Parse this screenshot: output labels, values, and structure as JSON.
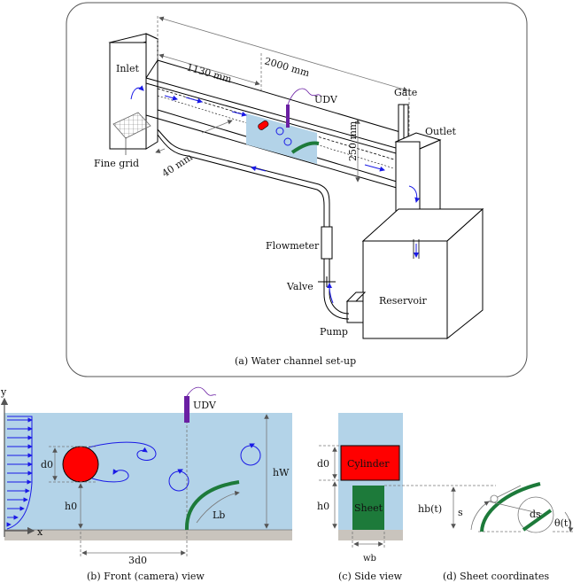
{
  "panel_a": {
    "caption": "(a) Water channel set-up",
    "labels": {
      "inlet": "Inlet",
      "fine_grid": "Fine grid",
      "len_total": "2000 mm",
      "len_1130": "1130 mm",
      "len_40": "40 mm",
      "len_250": "250 mm",
      "udv": "UDV",
      "gate": "Gate",
      "outlet": "Outlet",
      "flowmeter": "Flowmeter",
      "valve": "Valve",
      "reservoir": "Reservoir",
      "pump": "Pump"
    }
  },
  "panel_b": {
    "caption": "(b) Front (camera) view",
    "labels": {
      "y": "y",
      "x": "x",
      "d0": "d0",
      "h0": "h0",
      "udv": "UDV",
      "hw": "hW",
      "lb": "Lb",
      "three_d0": "3d0"
    }
  },
  "panel_c": {
    "caption": "(c) Side view",
    "labels": {
      "d0": "d0",
      "h0": "h0",
      "cylinder": "Cylinder",
      "sheet": "Sheet",
      "wb": "wb"
    }
  },
  "panel_d": {
    "caption": "(d) Sheet coordinates",
    "labels": {
      "hb": "hb(t)",
      "s": "s",
      "ds": "ds",
      "theta": "θ(t)"
    }
  },
  "colors": {
    "water": "#b3d3e8",
    "cylinder": "#ff0000",
    "sheet": "#1d7a3a",
    "floor": "#c9c4bd",
    "udv": "#6a1fa3",
    "flow": "#1a1ae6"
  }
}
